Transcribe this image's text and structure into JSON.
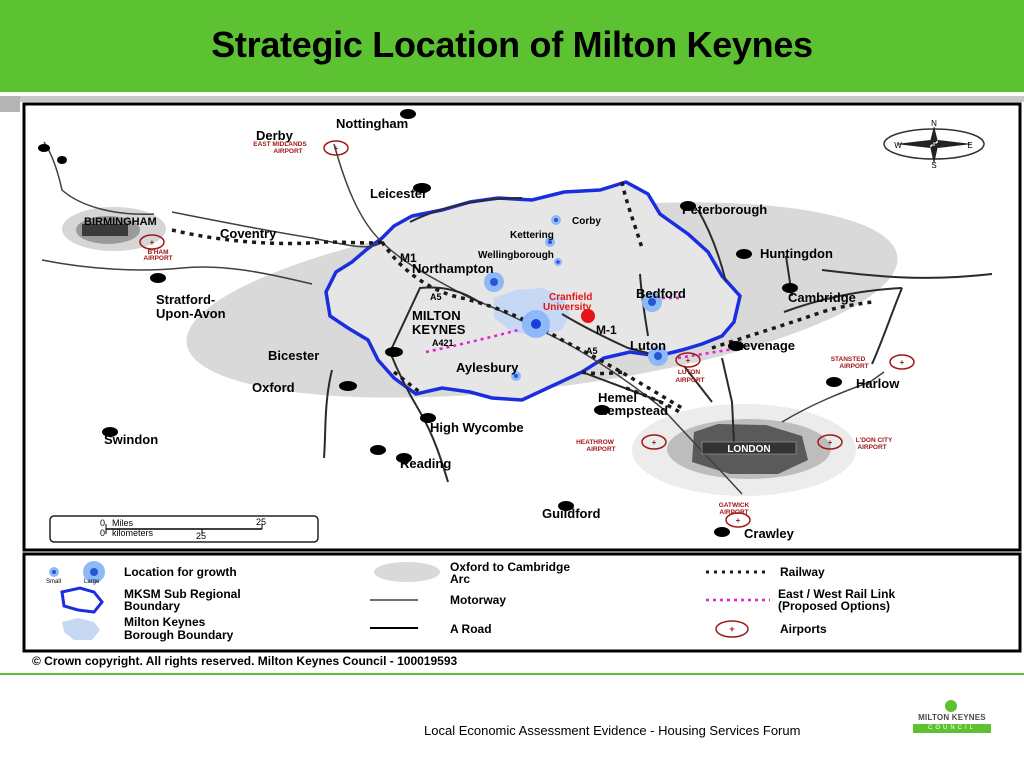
{
  "slide": {
    "title": "Strategic Location of Milton Keynes",
    "footer": "Local Economic Assessment Evidence - Housing Services Forum",
    "logo_name": "MILTON KEYNES",
    "logo_sub": "COUNCIL"
  },
  "colors": {
    "title_bar": "#5cc232",
    "growth_blue": "#4a8cf0",
    "boundary_blue": "#1a2ee0",
    "arc_gray": "#d9d9d9",
    "rail_link_magenta": "#e020d0",
    "airport_red": "#a01818"
  },
  "map": {
    "compass": {
      "n": "N",
      "s": "S",
      "e": "E",
      "w": "W"
    },
    "places": {
      "nottingham": "Nottingham",
      "derby": "Derby",
      "leicester": "Leicester",
      "birmingham": "BIRMINGHAM",
      "coventry": "Coventry",
      "stratford_1": "Stratford-",
      "stratford_2": "Upon-Avon",
      "bicester": "Bicester",
      "oxford": "Oxford",
      "swindon": "Swindon",
      "reading": "Reading",
      "high_wycombe": "High Wycombe",
      "guildford": "Guildford",
      "crawley": "Crawley",
      "harlow": "Harlow",
      "stevenage": "Stevenage",
      "cambridge": "Cambridge",
      "huntingdon": "Huntingdon",
      "peterborough": "Peterborough",
      "corby": "Corby",
      "kettering": "Kettering",
      "wellingborough": "Wellingborough",
      "northampton": "Northampton",
      "milton_keynes_1": "MILTON",
      "milton_keynes_2": "KEYNES",
      "bedford": "Bedford",
      "luton": "Luton",
      "aylesbury": "Aylesbury",
      "hemel_1": "Hemel",
      "hemel_2": "Hempstead",
      "london": "LONDON",
      "cranfield_1": "Cranfield",
      "cranfield_2": "University"
    },
    "roads": {
      "m1_north": "M1",
      "m1_south": "M-1",
      "a5_north": "A5",
      "a5_south": "A5",
      "a421": "A421"
    },
    "airports": {
      "east_midlands_1": "EAST MIDLANDS",
      "east_midlands_2": "AIRPORT",
      "bham_1": "B'HAM",
      "bham_2": "AIRPORT",
      "luton_1": "LUTON",
      "luton_2": "AIRPORT",
      "stansted_1": "STANSTED",
      "stansted_2": "AIRPORT",
      "heathrow_1": "HEATHROW",
      "heathrow_2": "AIRPORT",
      "city_1": "L'DON CITY",
      "city_2": "AIRPORT",
      "gatwick_1": "GATWICK",
      "gatwick_2": "AIRPORT"
    },
    "scale": {
      "miles": "Miles",
      "km": "kilometers",
      "zero_top": "0",
      "zero_bottom": "0",
      "miles_val": "25",
      "km_val": "25"
    }
  },
  "legend": {
    "growth": "Location for growth",
    "small": "Small",
    "large": "Large",
    "mksm_1": "MKSM Sub Regional",
    "mksm_2": "Boundary",
    "mk_borough_1": "Milton Keynes",
    "mk_borough_2": "Borough Boundary",
    "arc_1": "Oxford to Cambridge",
    "arc_2": "Arc",
    "motorway": "Motorway",
    "a_road": "A Road",
    "railway": "Railway",
    "ewrl_1": "East / West Rail Link",
    "ewrl_2": "(Proposed Options)",
    "airports": "Airports"
  },
  "copyright": "© Crown copyright.  All rights reserved.  Milton Keynes Council - 100019593"
}
